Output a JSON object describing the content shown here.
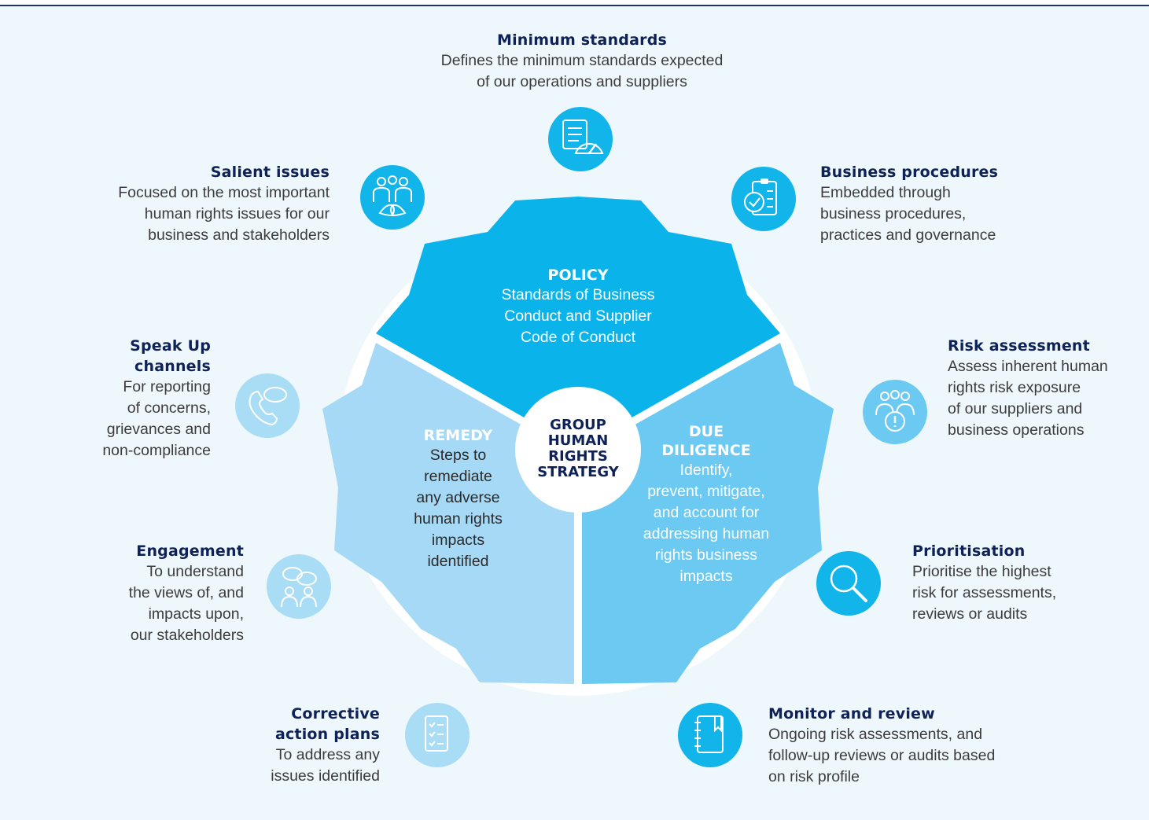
{
  "colors": {
    "navy": "#0e2257",
    "policy": "#0ab4ea",
    "remedy": "#a6d9f5",
    "due_diligence": "#6ccaf2",
    "background": "#eef7fc",
    "icon_bright": "#12b5ea",
    "icon_pale": "#a9dcf5"
  },
  "center": {
    "lines": [
      "GROUP",
      "HUMAN",
      "RIGHTS",
      "STRATEGY"
    ]
  },
  "segments": {
    "policy": {
      "title": "POLICY",
      "lines": [
        "Standards of Business",
        "Conduct and Supplier",
        "Code of Conduct"
      ]
    },
    "remedy": {
      "title": "REMEDY",
      "lines": [
        "Steps to",
        "remediate",
        "any adverse",
        "human rights",
        "impacts",
        "identified"
      ]
    },
    "due_diligence": {
      "title_lines": [
        "DUE",
        "DILIGENCE"
      ],
      "lines": [
        "Identify,",
        "prevent, mitigate,",
        "and account for",
        "addressing human",
        "rights business",
        "impacts"
      ]
    }
  },
  "items": {
    "minimum_standards": {
      "icon": "scroll-gauge-icon",
      "title_lines": [
        "Minimum standards"
      ],
      "lines": [
        "Defines the minimum standards expected",
        "of our operations and suppliers"
      ]
    },
    "business_procedures": {
      "icon": "clipboard-check-icon",
      "title_lines": [
        "Business procedures"
      ],
      "lines": [
        "Embedded through",
        "business procedures,",
        "practices and governance"
      ]
    },
    "risk_assessment": {
      "icon": "group-alert-icon",
      "title_lines": [
        "Risk assessment"
      ],
      "lines": [
        "Assess inherent human",
        "rights risk exposure",
        "of our suppliers and",
        "business operations"
      ]
    },
    "prioritisation": {
      "icon": "magnifier-icon",
      "title_lines": [
        "Prioritisation"
      ],
      "lines": [
        "Prioritise the highest",
        "risk for assessments,",
        "reviews or audits"
      ]
    },
    "monitor_review": {
      "icon": "notebook-icon",
      "title_lines": [
        "Monitor and review"
      ],
      "lines": [
        "Ongoing risk assessments, and",
        "follow-up reviews or audits based",
        "on risk profile"
      ]
    },
    "corrective_action": {
      "icon": "checklist-scroll-icon",
      "title_lines": [
        "Corrective",
        "action plans"
      ],
      "lines": [
        "To address any",
        "issues identified"
      ]
    },
    "engagement": {
      "icon": "people-speech-icon",
      "title_lines": [
        "Engagement"
      ],
      "lines": [
        "To understand",
        "the views of, and",
        "impacts upon,",
        "our stakeholders"
      ]
    },
    "speak_up": {
      "icon": "phone-speech-icon",
      "title_lines": [
        "Speak Up",
        "channels"
      ],
      "lines": [
        "For reporting",
        "of concerns,",
        "grievances and",
        "non-compliance"
      ]
    },
    "salient_issues": {
      "icon": "people-lotus-icon",
      "title_lines": [
        "Salient issues"
      ],
      "lines": [
        "Focused on the most important",
        "human rights issues for our",
        "business and stakeholders"
      ]
    }
  }
}
